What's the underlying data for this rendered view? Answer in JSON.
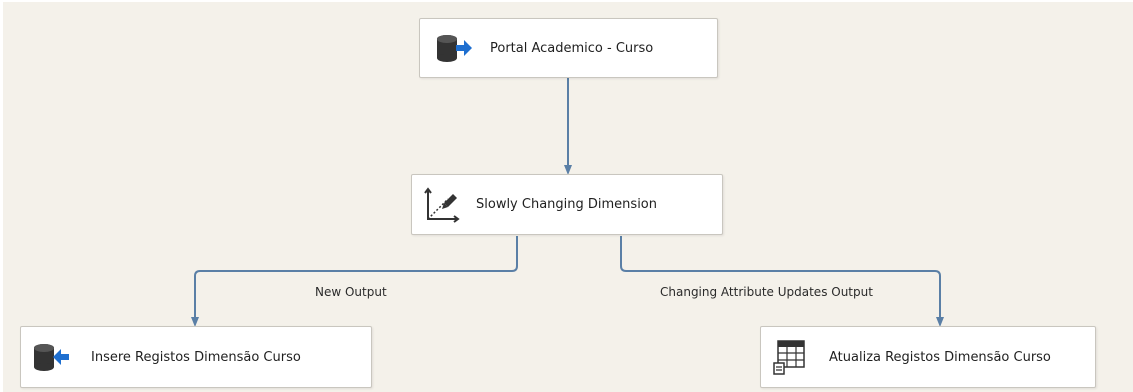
{
  "colors": {
    "canvas_background": "#f4f1ea",
    "node_background": "#ffffff",
    "node_border": "#c9c6bf",
    "connector": "#5a7fa6",
    "icon_dark": "#333333",
    "icon_accent": "#1e6fd0"
  },
  "nodes": {
    "source": {
      "label": "Portal Academico - Curso",
      "icon": "database-source-icon"
    },
    "scd": {
      "label": "Slowly Changing Dimension",
      "icon": "slowly-changing-dimension-icon"
    },
    "insert": {
      "label": "Insere Registos Dimensão Curso",
      "icon": "database-destination-icon"
    },
    "update": {
      "label": "Atualiza Registos Dimensão Curso",
      "icon": "ole-db-command-icon"
    }
  },
  "edges": {
    "new_output": "New Output",
    "changing_attribute_output": "Changing Attribute Updates Output"
  }
}
